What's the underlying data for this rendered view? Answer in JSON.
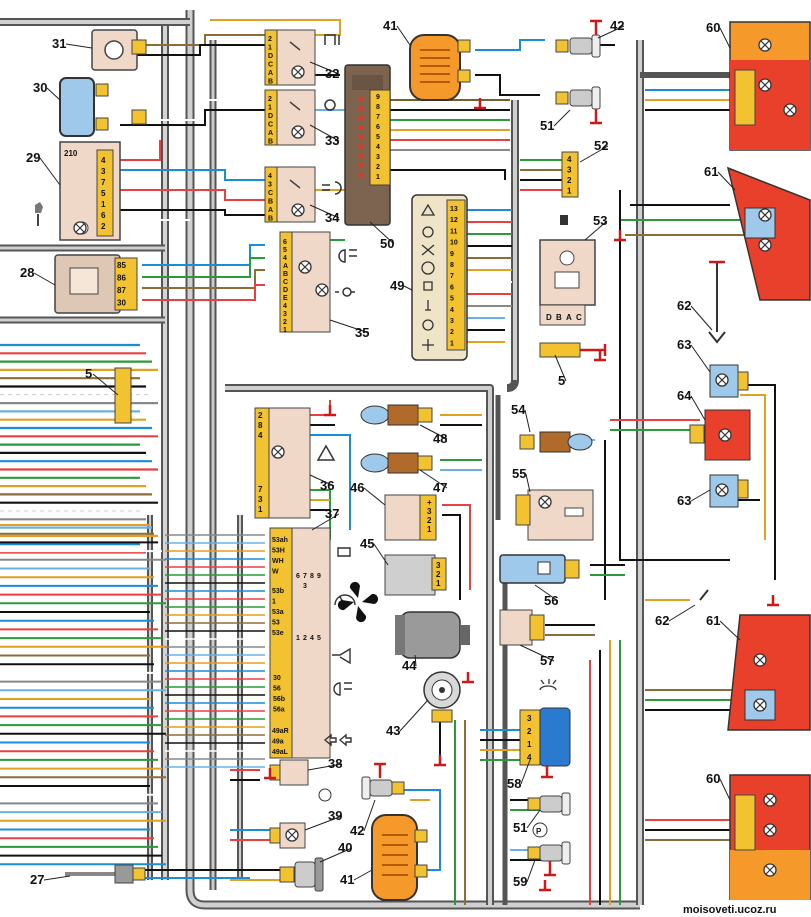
{
  "diagram": {
    "palette": {
      "harness": "#555555",
      "harness_fill": "#c8c8c8",
      "connector": "#f2c230",
      "relay_body": "#f0d8c8",
      "lamp_red": "#e8402a",
      "lamp_orange": "#f59a2a",
      "ground": "#d01818",
      "pcb": "#efe3c8",
      "blue_part": "#9fc9ea"
    },
    "callouts": [
      "5",
      "5",
      "27",
      "28",
      "29",
      "30",
      "31",
      "32",
      "33",
      "34",
      "35",
      "36",
      "37",
      "38",
      "39",
      "40",
      "41",
      "41",
      "42",
      "42",
      "43",
      "44",
      "45",
      "46",
      "47",
      "48",
      "49",
      "50",
      "51",
      "51",
      "52",
      "53",
      "54",
      "55",
      "56",
      "57",
      "58",
      "59",
      "60",
      "60",
      "61",
      "61",
      "62",
      "62",
      "63",
      "63",
      "64"
    ],
    "relay_28_pins": [
      "85",
      "86",
      "87",
      "30"
    ],
    "switch_29_header": "210",
    "switch_29_pins": [
      "4",
      "3",
      "7",
      "5",
      "1",
      "6",
      "2"
    ],
    "switch_32_pins": [
      "2",
      "1",
      "D",
      "C",
      "A",
      "B"
    ],
    "switch_33_pins": [
      "2",
      "1",
      "D",
      "C",
      "A",
      "B"
    ],
    "switch_34_pins": [
      "4",
      "3",
      "C",
      "B",
      "A",
      "B"
    ],
    "switch_35_pins": [
      "6",
      "5",
      "4",
      "A",
      "B",
      "C",
      "D",
      "E",
      "4",
      "3",
      "2",
      "1"
    ],
    "hazard_36_pins": [
      "2",
      "8",
      "4",
      "7",
      "3",
      "1"
    ],
    "wiper_37_pins": [
      "53ah",
      "53H",
      "WH",
      "W",
      "53b",
      "1",
      "53a",
      "53",
      "53e"
    ],
    "wiper_37_contacts": [
      "6",
      "7",
      "8",
      "9",
      "3",
      "1",
      "2",
      "4",
      "5"
    ],
    "lightswitch_37_pins": [
      "30",
      "56",
      "56b",
      "56a"
    ],
    "turn_37_pins": [
      "49aR",
      "49a",
      "49aL"
    ],
    "cluster_50_pins": [
      "9",
      "8",
      "7",
      "6",
      "5",
      "4",
      "3",
      "2",
      "1",
      "10",
      "11",
      "12",
      "13"
    ],
    "cluster_49_pins": [
      "13",
      "12",
      "11",
      "10",
      "9",
      "8",
      "7",
      "6",
      "5",
      "4",
      "3",
      "2",
      "1"
    ],
    "plug_52_pins": [
      "4",
      "3",
      "2",
      "1"
    ],
    "sender_53_pins": [
      "D",
      "B",
      "A",
      "C"
    ],
    "heater_46_pins": [
      "1",
      "2",
      "3",
      "+"
    ],
    "resistor_45_pins": [
      "3",
      "2",
      "1"
    ],
    "switch_58_pins": [
      "3",
      "2",
      "1",
      "4"
    ],
    "watermark": "moisoveti.ucoz.ru"
  }
}
